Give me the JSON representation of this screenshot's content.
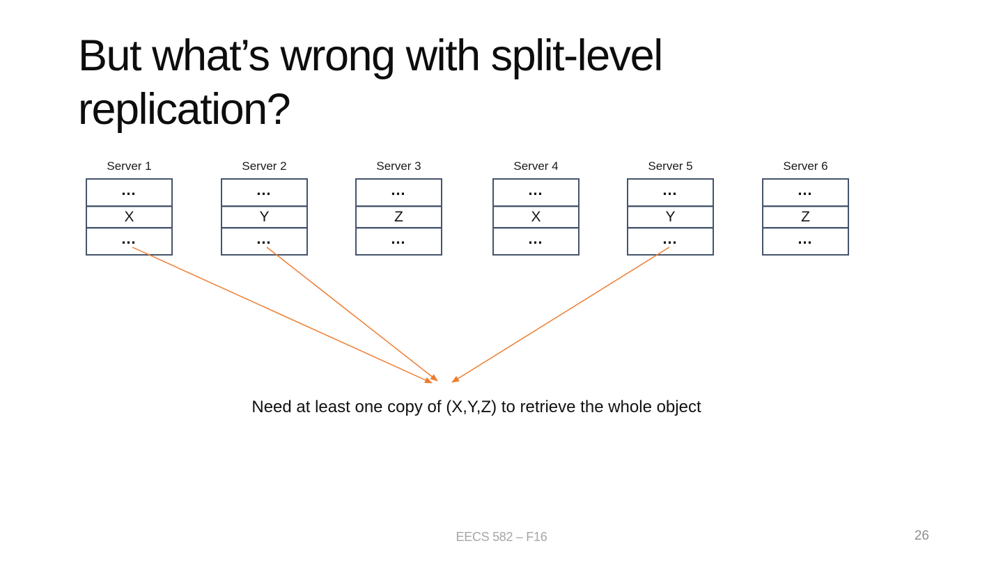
{
  "slide": {
    "title": "But what’s wrong with split-level\nreplication?",
    "caption": "Need at least one copy of (X,Y,Z) to retrieve the whole object",
    "footer": "EECS 582 – F16",
    "page_number": "26"
  },
  "servers": [
    {
      "label": "Server 1",
      "rows": [
        "…",
        "X",
        "…"
      ]
    },
    {
      "label": "Server 2",
      "rows": [
        "…",
        "Y",
        "…"
      ]
    },
    {
      "label": "Server 3",
      "rows": [
        "…",
        "Z",
        "…"
      ]
    },
    {
      "label": "Server 4",
      "rows": [
        "…",
        "X",
        "…"
      ]
    },
    {
      "label": "Server 5",
      "rows": [
        "…",
        "Y",
        "…"
      ]
    },
    {
      "label": "Server 6",
      "rows": [
        "…",
        "Z",
        "…"
      ]
    }
  ],
  "arrows": {
    "description": "lines from Server 1, Server 2 and Server 5 converging on the caption point",
    "sources": [
      "Server 1",
      "Server 2",
      "Server 5"
    ]
  },
  "colors": {
    "table_border": "#44546A",
    "arrow": "#ED7D31",
    "footer_text": "#A6A6A6",
    "page_number": "#8F8F8F"
  }
}
